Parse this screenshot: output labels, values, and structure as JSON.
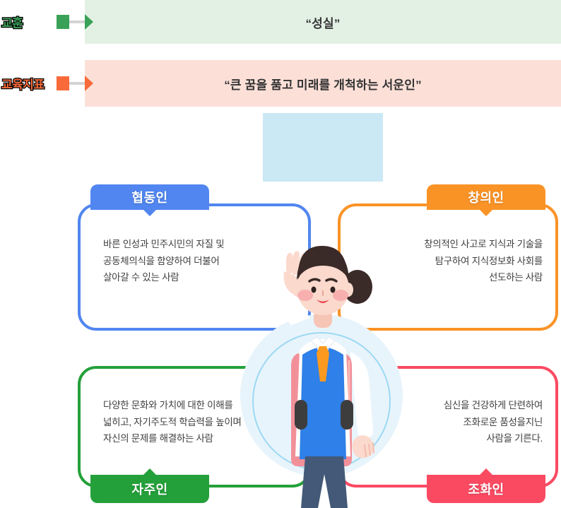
{
  "rows": [
    {
      "id": "motto",
      "side_label": "교훈",
      "banner_text": "“성실”",
      "band_color": "#e3f1e4",
      "accent_color": "#3aa258",
      "label_class": "label-motto"
    },
    {
      "id": "goal",
      "side_label": "교육지표",
      "banner_text": "“큰 꿈을 품고 미래를 개척하는 서운인”",
      "band_color": "#fce0d8",
      "accent_color": "#f96a3a",
      "label_class": "label-goal"
    }
  ],
  "center_block": {
    "color": "#cbe8f5"
  },
  "illustration": {
    "name": "student-character",
    "colors": {
      "circle_bg": "#e8f4fb",
      "circle_ring": "#5cc3f0",
      "hair": "#3a2a28",
      "skin": "#fbd9cd",
      "cheek": "#f6a8a8",
      "shirt": "#ffffff",
      "vest": "#2f80e8",
      "tie": "#fb9a1e",
      "strap": "#f2909a",
      "pants": "#435977",
      "bag_clip": "#3d3d3d"
    }
  },
  "cards": [
    {
      "id": "cooperation",
      "title": "협동인",
      "body": "바른 인성과 민주시민의 자질 및\n공동체의식을 함양하여 더불어\n살아갈 수 있는 사람",
      "color": "#5186f0",
      "tab_position": "top",
      "text_align": "left"
    },
    {
      "id": "creativity",
      "title": "창의인",
      "body": "창의적인 사고로 지식과 기술을\n탐구하여 지식정보화 사회를\n선도하는 사람",
      "color": "#fa9326",
      "tab_position": "top",
      "text_align": "right"
    },
    {
      "id": "independence",
      "title": "자주인",
      "body": "다양한 문화와 가치에 대한 이해를\n넓히고, 자기주도적 학습력을 높이며\n자신의 문제를 해결하는 사람",
      "color": "#24a03a",
      "tab_position": "bottom",
      "text_align": "left"
    },
    {
      "id": "harmony",
      "title": "조화인",
      "body": "심신을 건강하게 단련하여\n조화로운 품성을지닌\n사람을 기른다.",
      "color": "#fa4a62",
      "tab_position": "bottom",
      "text_align": "right"
    }
  ]
}
